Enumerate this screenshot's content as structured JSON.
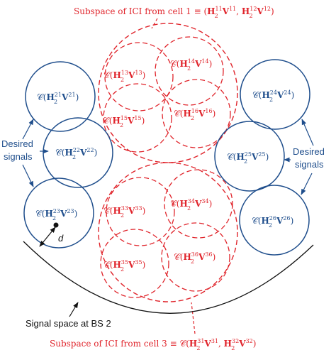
{
  "headers": {
    "top_prefix": "Subspace of ICI from cell 1 ≡ ",
    "bottom_prefix": "Subspace of ICI from cell 3 ≡ "
  },
  "symbols": {
    "script_c": "𝒞",
    "H": "H",
    "V": "V",
    "sub2": "2",
    "lparen": "(",
    "rparen": ")",
    "comma": ", "
  },
  "top_header_sups": {
    "h1": "11",
    "v1": "11",
    "h2": "12",
    "v2": "12"
  },
  "bottom_header_sups": {
    "h1": "31",
    "v1": "31",
    "h2": "32",
    "v2": "32"
  },
  "blue_circles": [
    {
      "id": "21",
      "hsup": "21",
      "vsup": "21"
    },
    {
      "id": "22",
      "hsup": "22",
      "vsup": "22"
    },
    {
      "id": "23",
      "hsup": "23",
      "vsup": "23"
    },
    {
      "id": "24",
      "hsup": "24",
      "vsup": "24"
    },
    {
      "id": "25",
      "hsup": "25",
      "vsup": "25"
    },
    {
      "id": "26",
      "hsup": "26",
      "vsup": "26"
    }
  ],
  "red_circles_top": [
    {
      "id": "13",
      "hsup": "13",
      "vsup": "13"
    },
    {
      "id": "14",
      "hsup": "14",
      "vsup": "14"
    },
    {
      "id": "15",
      "hsup": "15",
      "vsup": "15"
    },
    {
      "id": "16",
      "hsup": "16",
      "vsup": "16"
    }
  ],
  "red_circles_bottom": [
    {
      "id": "33",
      "hsup": "33",
      "vsup": "33"
    },
    {
      "id": "34",
      "hsup": "34",
      "vsup": "34"
    },
    {
      "id": "35",
      "hsup": "35",
      "vsup": "35"
    },
    {
      "id": "36",
      "hsup": "36",
      "vsup": "36"
    }
  ],
  "labels": {
    "desired_left_line1": "Desired",
    "desired_left_line2": "signals",
    "desired_right_line1": "Desired",
    "desired_right_line2": "signals",
    "radius": "d",
    "signal_space": "Signal space at BS 2"
  },
  "colors": {
    "red": "#e0242b",
    "blue": "#1f4e8c",
    "black": "#111111"
  }
}
